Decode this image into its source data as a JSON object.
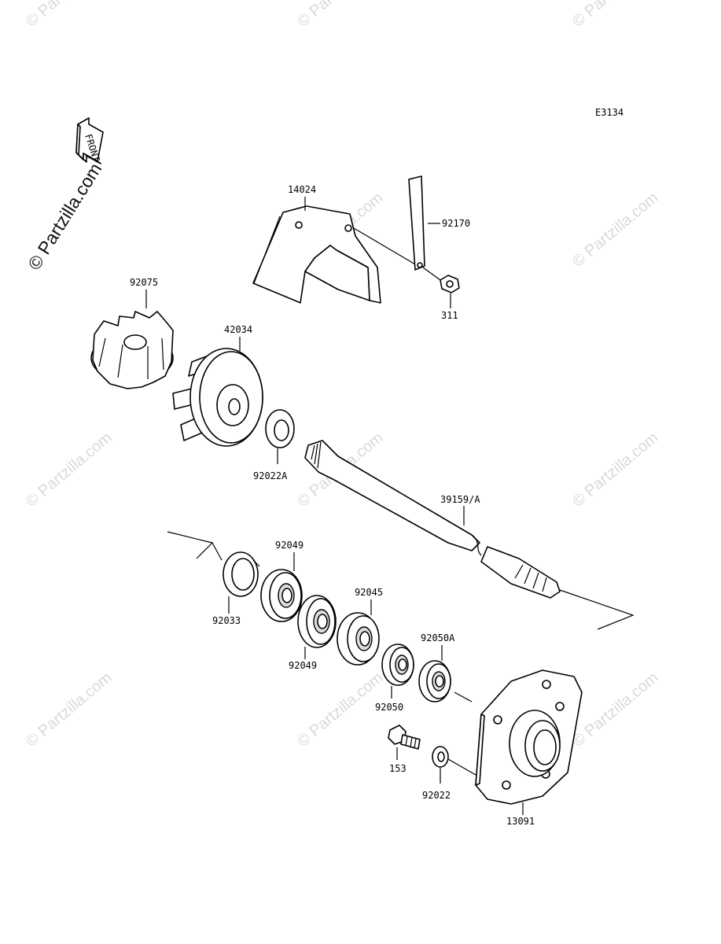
{
  "diagram": {
    "code": "E3134",
    "front_label": "FRONT",
    "watermark_main": "© Partzilla.com",
    "watermark": "© Partzilla.com",
    "parts": {
      "p14024": "14024",
      "p92170": "92170",
      "p311": "311",
      "p92075": "92075",
      "p42034": "42034",
      "p92022A": "92022A",
      "p39159A": "39159/A",
      "p92049a": "92049",
      "p92033": "92033",
      "p92049b": "92049",
      "p92045": "92045",
      "p92050A": "92050A",
      "p92050": "92050",
      "p153": "153",
      "p92022": "92022",
      "p13091": "13091"
    }
  }
}
